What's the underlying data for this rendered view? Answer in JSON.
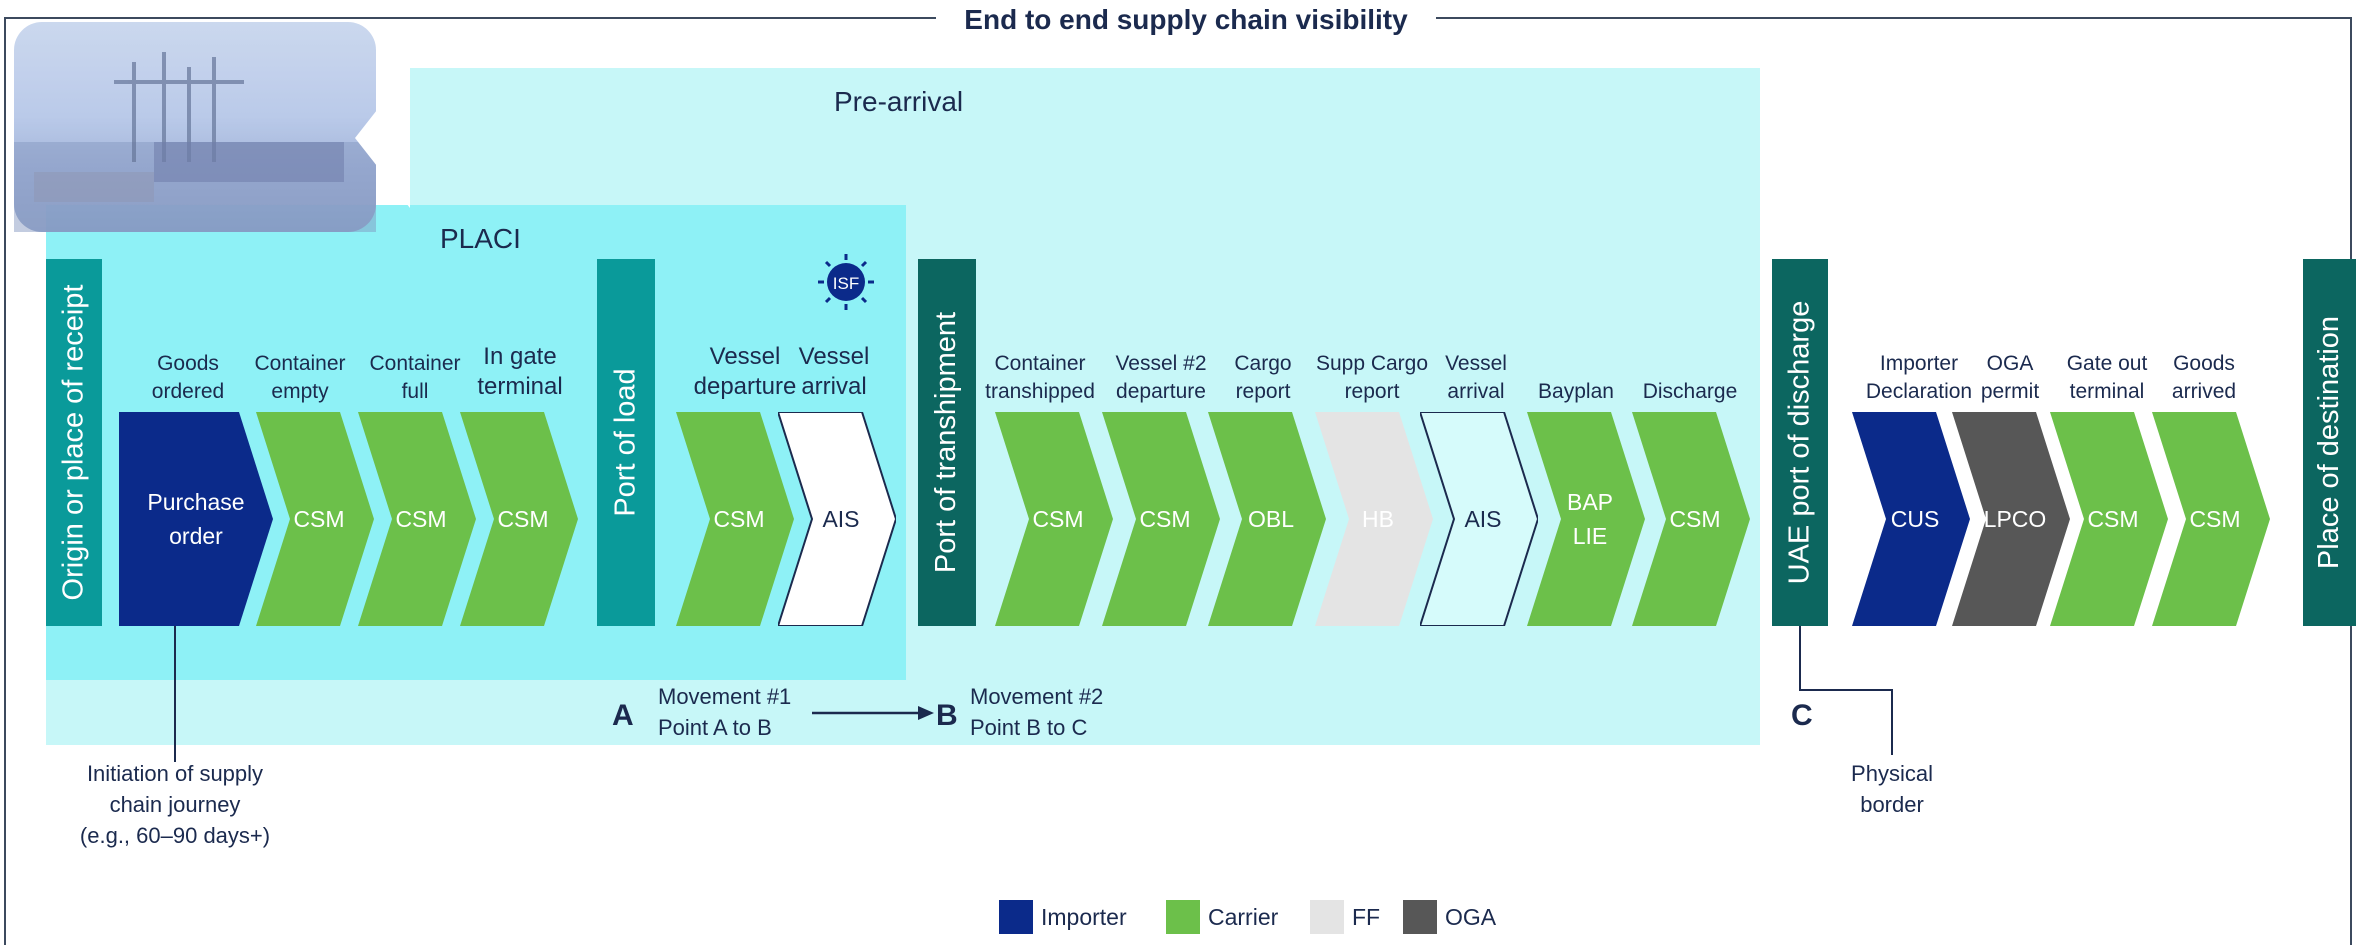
{
  "title": "End to end supply chain visibility",
  "regions": {
    "pre_arrival": "Pre-arrival",
    "placi": "PLACI"
  },
  "milestones": {
    "origin": "Origin or place of receipt",
    "port_of_load": "Port of load",
    "port_of_transhipment": "Port of transhipment",
    "uae_port_of_discharge": "UAE port of discharge",
    "place_of_destination": "Place of destination"
  },
  "steps": [
    {
      "label_1": "Goods",
      "label_2": "ordered",
      "box_1": "Purchase",
      "box_2": "order",
      "party": "importer"
    },
    {
      "label_1": "Container",
      "label_2": "empty",
      "box_1": "CSM",
      "box_2": "",
      "party": "carrier"
    },
    {
      "label_1": "Container",
      "label_2": "full",
      "box_1": "CSM",
      "box_2": "",
      "party": "carrier"
    },
    {
      "label_1": "In gate",
      "label_2": "terminal",
      "box_1": "CSM",
      "box_2": "",
      "party": "carrier"
    },
    {
      "label_1": "Vessel",
      "label_2": "departure",
      "box_1": "CSM",
      "box_2": "",
      "party": "carrier"
    },
    {
      "label_1": "Vessel",
      "label_2": "arrival",
      "box_1": "AIS",
      "box_2": "",
      "party": "none"
    },
    {
      "label_1": "Container",
      "label_2": "transhipped",
      "box_1": "CSM",
      "box_2": "",
      "party": "carrier"
    },
    {
      "label_1": "Vessel #2",
      "label_2": "departure",
      "box_1": "CSM",
      "box_2": "",
      "party": "carrier"
    },
    {
      "label_1": "Cargo",
      "label_2": "report",
      "box_1": "OBL",
      "box_2": "",
      "party": "carrier"
    },
    {
      "label_1": "Supp Cargo",
      "label_2": "report",
      "box_1": "HB",
      "box_2": "",
      "party": "ff"
    },
    {
      "label_1": "Vessel",
      "label_2": "arrival",
      "box_1": "AIS",
      "box_2": "",
      "party": "none"
    },
    {
      "label_1": "",
      "label_2": "Bayplan",
      "box_1": "BAP",
      "box_2": "LIE",
      "party": "carrier"
    },
    {
      "label_1": "",
      "label_2": "Discharge",
      "box_1": "CSM",
      "box_2": "",
      "party": "carrier"
    },
    {
      "label_1": "Importer",
      "label_2": "Declaration",
      "box_1": "CUS",
      "box_2": "",
      "party": "importer"
    },
    {
      "label_1": "OGA",
      "label_2": "permit",
      "box_1": "LPCO",
      "box_2": "",
      "party": "oga"
    },
    {
      "label_1": "Gate out",
      "label_2": "terminal",
      "box_1": "CSM",
      "box_2": "",
      "party": "carrier"
    },
    {
      "label_1": "Goods",
      "label_2": "arrived",
      "box_1": "CSM",
      "box_2": "",
      "party": "carrier"
    }
  ],
  "isf_badge": "ISF",
  "points": {
    "a": "A",
    "b": "B",
    "c": "C"
  },
  "movements": {
    "m1_line_1": "Movement #1",
    "m1_line_2": "Point A to B",
    "m2_line_1": "Movement #2",
    "m2_line_2": "Point B to C"
  },
  "notes": {
    "initiation_1": "Initiation of supply",
    "initiation_2": "chain journey",
    "initiation_3": "(e.g., 60–90 days+)",
    "border_1": "Physical",
    "border_2": "border"
  },
  "legend": [
    {
      "label": "Importer",
      "color": "#0b2a8a"
    },
    {
      "label": "Carrier",
      "color": "#6cc04a"
    },
    {
      "label": "FF",
      "color": "#e4e4e4"
    },
    {
      "label": "OGA",
      "color": "#575757"
    }
  ],
  "colors": {
    "importer": "#0b2a8a",
    "carrier": "#6cc04a",
    "ff": "#e4e4e4",
    "oga": "#575757",
    "milestone_light": "#0a9a9a",
    "milestone_dark": "#0c6660",
    "pre_arrival_bg": "#c7f7f8",
    "placi_bg": "#8ef1f6"
  }
}
